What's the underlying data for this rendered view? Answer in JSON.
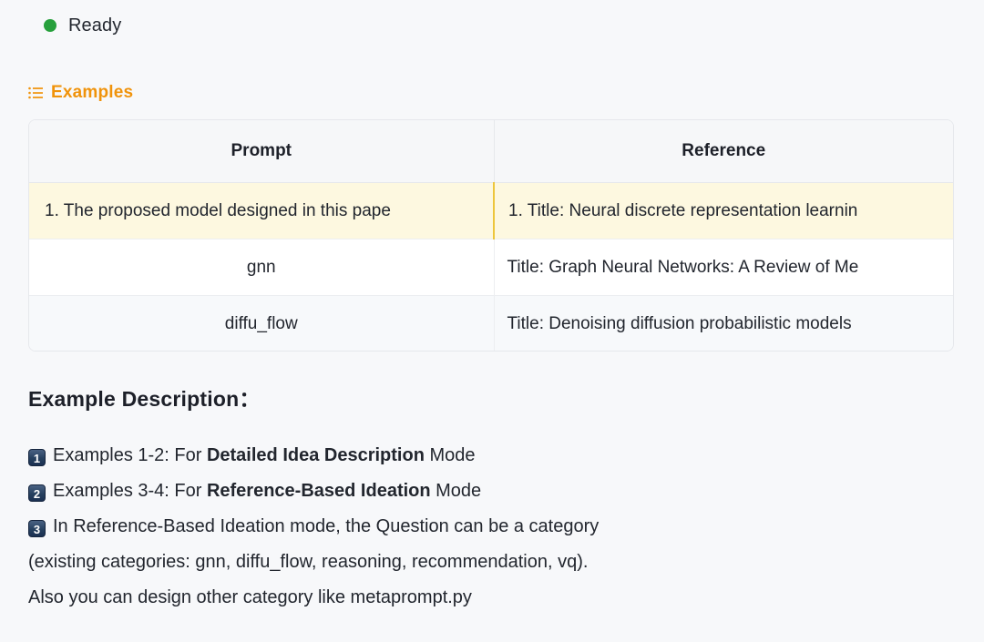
{
  "status": {
    "icon": "green-dot",
    "label": "Ready",
    "color": "#27a03c"
  },
  "examples_section": {
    "icon": "list-icon",
    "label": "Examples",
    "accent_color": "#f0930b",
    "table": {
      "columns": [
        "Prompt",
        "Reference"
      ],
      "rows": [
        {
          "selected": true,
          "prompt": "1. The proposed model designed in this pape",
          "reference": "1. Title: Neural discrete representation learnin"
        },
        {
          "selected": false,
          "prompt": "gnn",
          "reference": "Title: Graph Neural Networks: A Review of Me"
        },
        {
          "selected": false,
          "prompt": "diffu_flow",
          "reference": "Title: Denoising diffusion probabilistic models"
        }
      ],
      "highlight_color": "#fdf8e0",
      "highlight_accent": "#edc63c"
    }
  },
  "description": {
    "title": "Example Description：",
    "items": [
      {
        "badge": "1",
        "prefix": "Examples 1-2: For ",
        "bold": "Detailed Idea Description",
        "suffix": " Mode"
      },
      {
        "badge": "2",
        "prefix": "Examples 3-4: For ",
        "bold": "Reference-Based Ideation",
        "suffix": " Mode"
      },
      {
        "badge": "3",
        "prefix": "In Reference-Based Ideation mode, the Question can be a category",
        "bold": "",
        "suffix": ""
      }
    ],
    "extra_lines": [
      "(existing categories: gnn, diffu_flow, reasoning, recommendation, vq).",
      "Also you can design other category like metaprompt.py"
    ]
  }
}
